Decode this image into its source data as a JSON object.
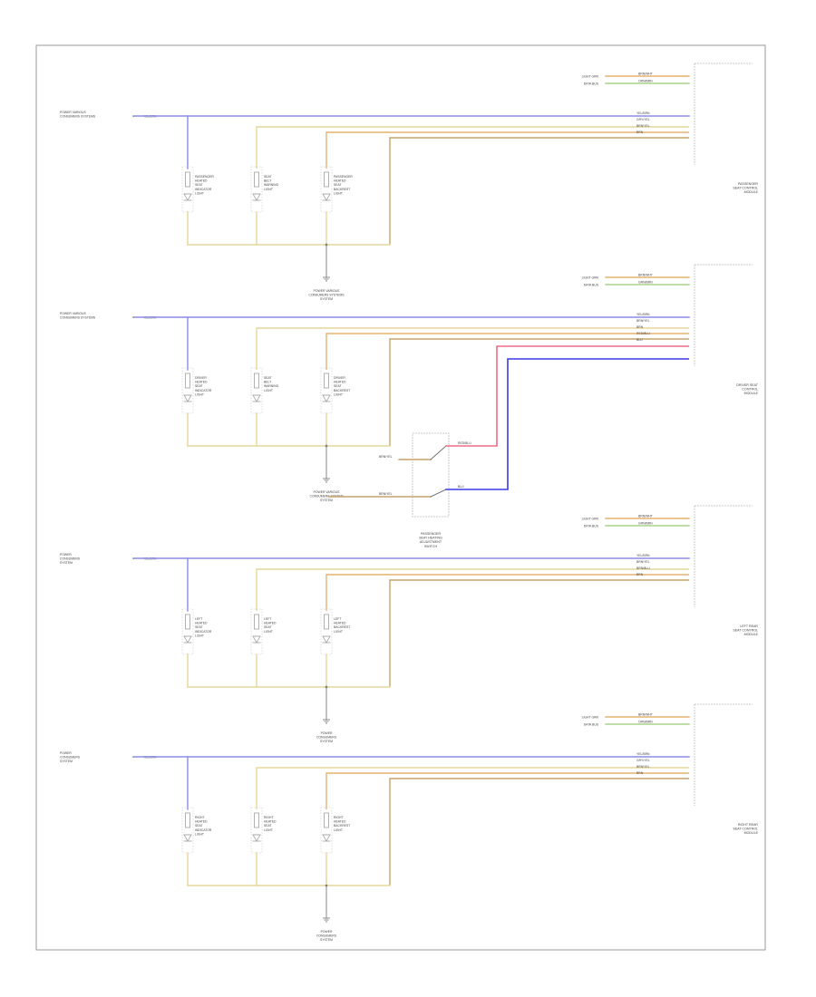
{
  "diagram": {
    "footer_code": "",
    "sections": [
      {
        "power_source_lines": [
          "POWER VARIOUS",
          "CONSUMERS SYSTEMS"
        ],
        "power_wire_color": "YEL/BRN",
        "wire_colors": [
          "YEL/BRN",
          "GRY/YEL",
          "BRN/YEL",
          "BRN"
        ],
        "led_labels": [
          [
            "PASSENGER",
            "HEATED",
            "SEAT",
            "INDICATOR",
            "LIGHT"
          ],
          [
            "SEAT",
            "BELT",
            "WARNING",
            "LIGHT"
          ],
          [
            "PASSENGER",
            "HEATED",
            "SEAT",
            "BACKREST",
            "LIGHT"
          ]
        ],
        "ground_ref_lines": [
          "POWER VARIOUS",
          "CONSUMERS SYSTEMS",
          "SYSTEM"
        ],
        "module_name_lines": [
          "PASSENGER",
          "SEAT CONTROL",
          "MODULE"
        ],
        "module_top_wires": [
          {
            "color": "LIGHT GRN",
            "wire": "BRN/WHT"
          },
          {
            "color": "DATA BUS",
            "wire": "ORN/BRN"
          }
        ]
      },
      {
        "power_source_lines": [
          "POWER VARIOUS",
          "CONSUMERS SYSTEMS"
        ],
        "power_wire_color": "YEL/BRN",
        "wire_colors": [
          "YEL/BRN",
          "BRN/YEL",
          "BRN",
          "RED/BLU",
          "BLU"
        ],
        "led_labels": [
          [
            "DRIVER",
            "HEATED",
            "SEAT",
            "INDICATOR",
            "LIGHT"
          ],
          [
            "SEAT",
            "BELT",
            "WARNING",
            "LIGHT"
          ],
          [
            "DRIVER",
            "HEATED",
            "SEAT",
            "BACKREST",
            "LIGHT"
          ]
        ],
        "ground_ref_lines": [
          "POWER VARIOUS",
          "CONSUMERS SYSTEM",
          "SYSTEM"
        ],
        "module_name_lines": [
          "DRIVER SEAT",
          "CONTROL",
          "MODULE"
        ],
        "module_top_wires": [
          {
            "color": "LIGHT GRN",
            "wire": "BRN/WHT"
          },
          {
            "color": "DATA BUS",
            "wire": "GRN/BRN"
          }
        ]
      },
      {
        "power_source_lines": [
          "POWER",
          "CONSUMERS",
          "SYSTEM"
        ],
        "power_wire_color": "YEL/BRN",
        "wire_colors": [
          "YEL/BRN",
          "BRN/YEL",
          "BRN/BLU",
          "BRN"
        ],
        "led_labels": [
          [
            "LEFT",
            "HEATED",
            "SEAT",
            "INDICATOR",
            "LIGHT"
          ],
          [
            "LEFT",
            "HEATED",
            "SEAT",
            "LIGHT"
          ],
          [
            "LEFT",
            "HEATED",
            "BACKREST",
            "LIGHT"
          ]
        ],
        "ground_ref_lines": [
          "POWER",
          "CONSUMERS",
          "SYSTEM"
        ],
        "module_name_lines": [
          "LEFT REAR",
          "SEAT CONTROL",
          "MODULE"
        ],
        "module_top_wires": [
          {
            "color": "LIGHT GRN",
            "wire": "BRN/WHT"
          },
          {
            "color": "DATA BUS",
            "wire": "GRN/BRN"
          }
        ]
      },
      {
        "power_source_lines": [
          "POWER",
          "CONSUMERS",
          "SYSTEM"
        ],
        "power_wire_color": "YEL/BRN",
        "wire_colors": [
          "YEL/BRN",
          "GRY/YEL",
          "BRN/YEL",
          "BRN"
        ],
        "led_labels": [
          [
            "RIGHT",
            "HEATED",
            "SEAT",
            "INDICATOR",
            "LIGHT"
          ],
          [
            "RIGHT",
            "HEATED",
            "SEAT",
            "LIGHT"
          ],
          [
            "RIGHT",
            "HEATED",
            "BACKREST",
            "LIGHT"
          ]
        ],
        "ground_ref_lines": [
          "POWER",
          "CONSUMERS",
          "SYSTEM"
        ],
        "module_name_lines": [
          "RIGHT REAR",
          "SEAT CONTROL",
          "MODULE"
        ],
        "module_top_wires": [
          {
            "color": "LIGHT GRN",
            "wire": "BRN/WHT"
          },
          {
            "color": "DATA BUS",
            "wire": "ORN/BRN"
          }
        ]
      }
    ],
    "switch_block": {
      "name_lines": [
        "PASSENGER",
        "SEAT HEATING",
        "ADJUSTMENT",
        "SWITCH"
      ],
      "wire_labels": [
        "RED/BLU",
        "BLU",
        "BRN/YEL",
        "BRN/YEL"
      ]
    },
    "colors": {
      "border": "#999999",
      "power_wire": "#8c8ce6",
      "yellow_wire": "#e6d79a",
      "brown_wire": "#c9a46a",
      "orange_wire": "#e6b46e",
      "green_wire": "#a8d48c",
      "red_wire": "#f06c86",
      "blue_wire": "#3a3ae6",
      "component": "#aaaaaa",
      "text": "#444444"
    }
  }
}
